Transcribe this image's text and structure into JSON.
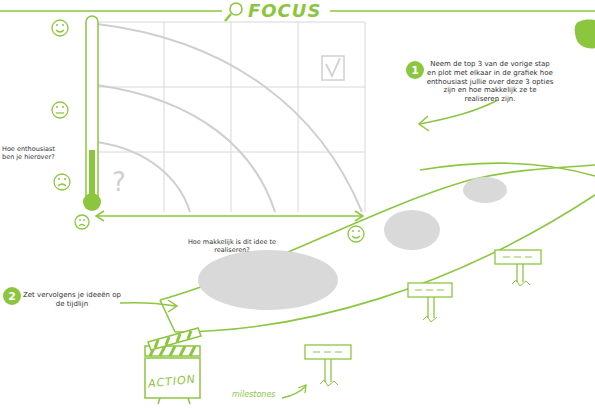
{
  "diagram": {
    "title": "FOCUS",
    "nodes": [
      {
        "text": [
          "1"
        ]
      },
      {
        "text": [
          "2"
        ]
      },
      {
        "text": [
          "ACTION"
        ]
      }
    ],
    "labels": [
      "Neem de top 3 van de vorige stap en plot met elkaar in de grafiek hoe enthousiast jullie over deze 3 opties zijn en hoe makkelijk ze te realiseren zijn.",
      "Hoe enthousiast ben je hierover?",
      "Hoe makkelijk is dit idee te realiseren?",
      "?",
      "Zet vervolgens je ideeën op de tijdlijn",
      "milestones"
    ]
  }
}
